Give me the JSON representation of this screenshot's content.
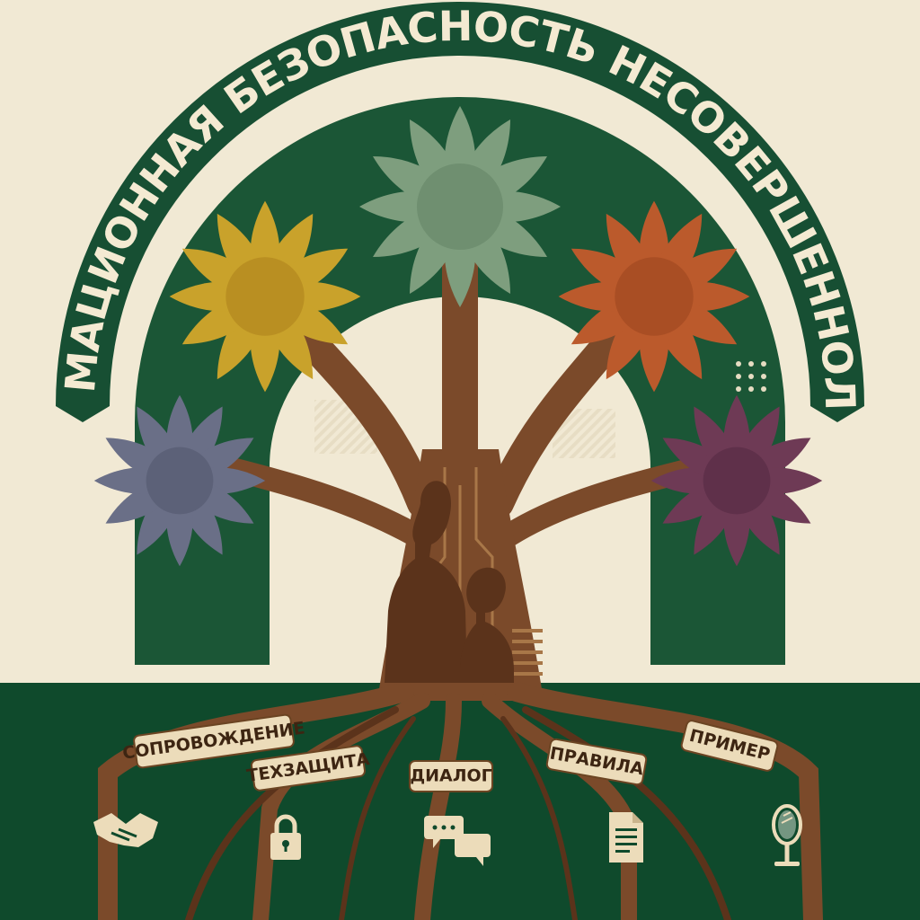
{
  "title": "ИНФОРМАЦИОННАЯ БЕЗОПАСНОСТЬ НЕСОВЕРШЕННОЛЕТНИХ",
  "colors": {
    "background": "#f1e9d4",
    "ground": "#0f4a2c",
    "banner": "#174f33",
    "trunk": "#7b4a2a",
    "trunk_dark": "#5b331b",
    "canopy_center": "#7e9e7e",
    "canopy_yellow": "#c9a22b",
    "canopy_orange": "#bb5a2c",
    "canopy_blue": "#6a6f87",
    "canopy_purple": "#6e3a55"
  },
  "roots": [
    {
      "label": "СОПРОВОЖДЕНИЕ",
      "icon": "handshake-icon"
    },
    {
      "label": "ТЕХЗАЩИТА",
      "icon": "lock-icon"
    },
    {
      "label": "ДИАЛОГ",
      "icon": "chat-bubbles-icon"
    },
    {
      "label": "ПРАВИЛА",
      "icon": "document-icon"
    },
    {
      "label": "ПРИМЕР",
      "icon": "mirror-icon"
    }
  ]
}
